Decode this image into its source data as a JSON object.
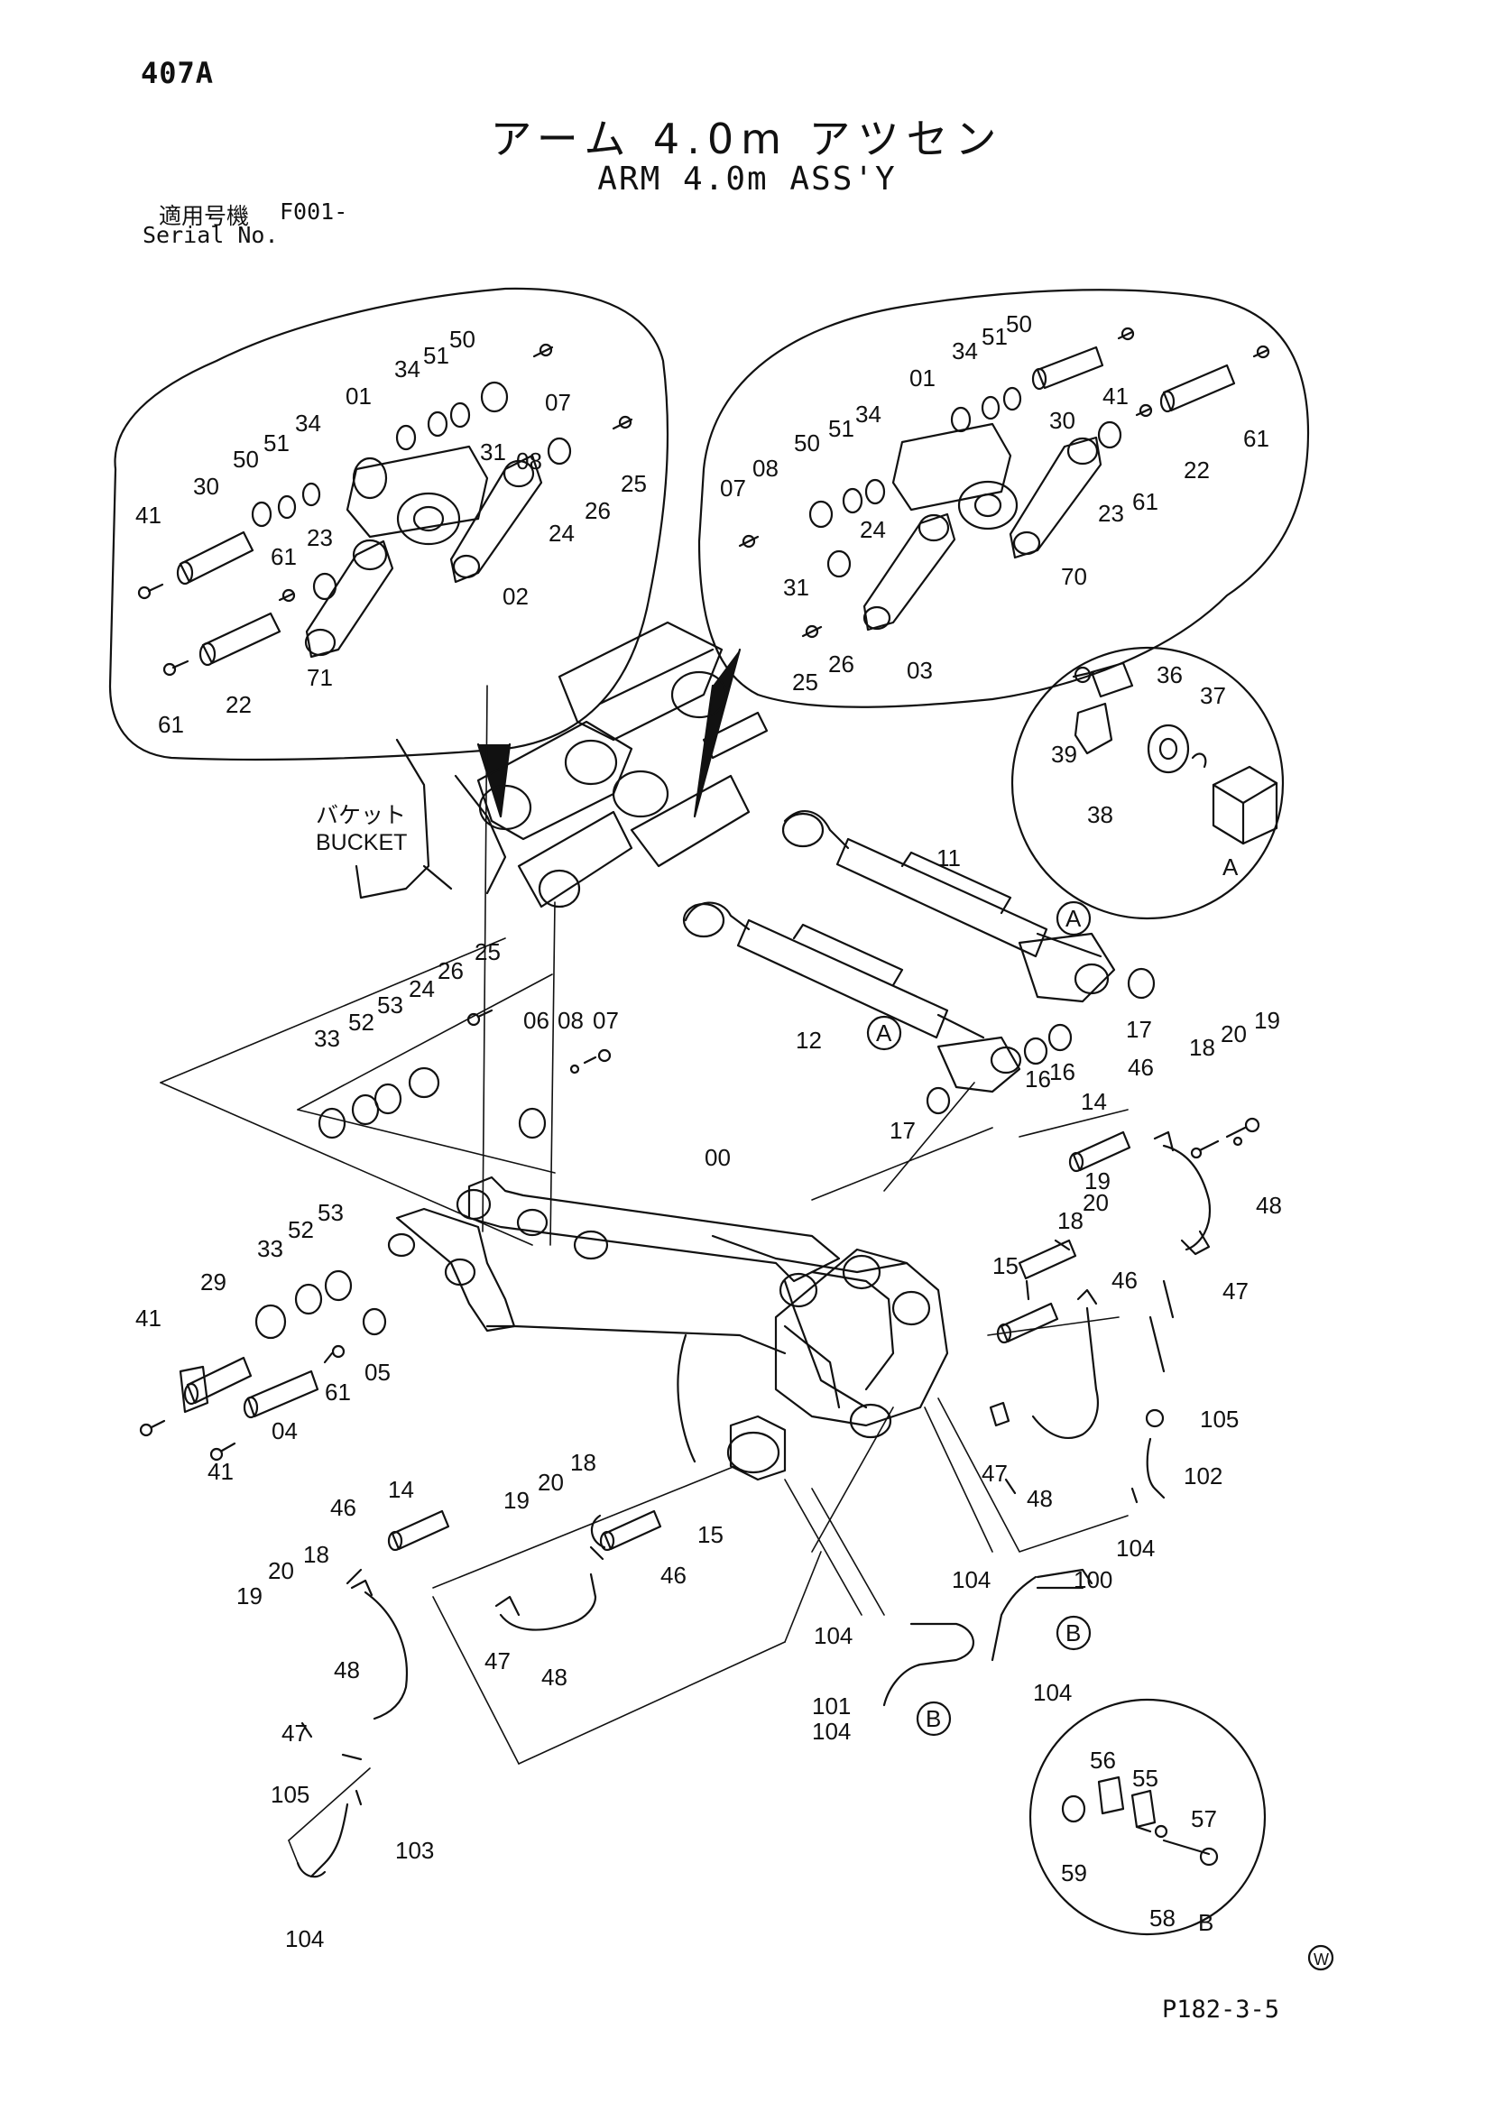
{
  "page": {
    "number": "407A",
    "ref_code": "P182-3-5",
    "mark": "W"
  },
  "title": {
    "jp": "アーム 4.0m アツセン",
    "en": "ARM 4.0m ASS'Y"
  },
  "serial": {
    "label_jp": "適用号機",
    "value": "F001-",
    "label_en": "Serial No."
  },
  "annotations": {
    "bucket_jp": "バケット",
    "bucket_en": "BUCKET"
  },
  "detail_views": {
    "a": "A",
    "b": "B"
  },
  "callouts": {
    "a1": "A",
    "a2": "A",
    "b1": "B",
    "b2": "B",
    "tl_01": "01",
    "tl_34a": "34",
    "tl_51a": "51",
    "tl_50a": "50",
    "tl_07": "07",
    "tl_31": "31",
    "tl_08": "08",
    "tl_25": "25",
    "tl_26": "26",
    "tl_24": "24",
    "tl_02": "02",
    "tl_30": "30",
    "tl_50b": "50",
    "tl_51b": "51",
    "tl_34b": "34",
    "tl_41": "41",
    "tl_61a": "61",
    "tl_23": "23",
    "tl_71": "71",
    "tl_61b": "61",
    "tl_22": "22",
    "tr_34": "34",
    "tr_51": "51",
    "tr_50": "50",
    "tr_41": "41",
    "tr_01": "01",
    "tr_30": "30",
    "tr_61a": "61",
    "tr_22": "22",
    "tr_61b": "61",
    "tr_23": "23",
    "tr_70": "70",
    "tr_07": "07",
    "tr_08": "08",
    "tr_50b": "50",
    "tr_51b": "51",
    "tr_34b": "34",
    "tr_24": "24",
    "tr_31": "31",
    "tr_25": "25",
    "tr_26": "26",
    "tr_03": "03",
    "da_36": "36",
    "da_37": "37",
    "da_39": "39",
    "da_38": "38",
    "m_11": "11",
    "m_12": "12",
    "m_17a": "17",
    "m_17b": "17",
    "m_16a": "16",
    "m_16b": "16",
    "m_25": "25",
    "m_26": "26",
    "m_24": "24",
    "m_53a": "53",
    "m_52a": "52",
    "m_33a": "33",
    "m_06": "06",
    "m_08": "08",
    "m_07": "07",
    "m_00": "00",
    "m_19a": "19",
    "m_20a": "20",
    "m_18a": "18",
    "m_46a": "46",
    "m_14a": "14",
    "m_48a": "48",
    "m_47a": "47",
    "m_18b": "18",
    "m_20b": "20",
    "m_19b": "19",
    "m_15a": "15",
    "m_46b": "46",
    "m_53b": "53",
    "m_52b": "52",
    "m_33b": "33",
    "m_29": "29",
    "m_41a": "41",
    "m_61": "61",
    "m_05": "05",
    "m_04": "04",
    "m_41b": "41",
    "m_105a": "105",
    "m_102": "102",
    "m_47b": "47",
    "m_48b": "48",
    "m_104a": "104",
    "m_104b": "104",
    "m_100": "100",
    "l_14": "14",
    "l_46a": "46",
    "l_20a": "20",
    "l_18a": "18",
    "l_19a": "19",
    "l_20b": "20",
    "l_18b": "18",
    "l_15": "15",
    "l_46b": "46",
    "l_19b": "19",
    "l_48a": "48",
    "l_47a": "47",
    "l_48b": "48",
    "l_47b": "47",
    "l_105": "105",
    "l_103": "103",
    "l_104": "104",
    "l_104b": "104",
    "l_101": "101",
    "l_104c": "104",
    "l_104d": "104",
    "db_56": "56",
    "db_55": "55",
    "db_57": "57",
    "db_59": "59",
    "db_58": "58"
  }
}
